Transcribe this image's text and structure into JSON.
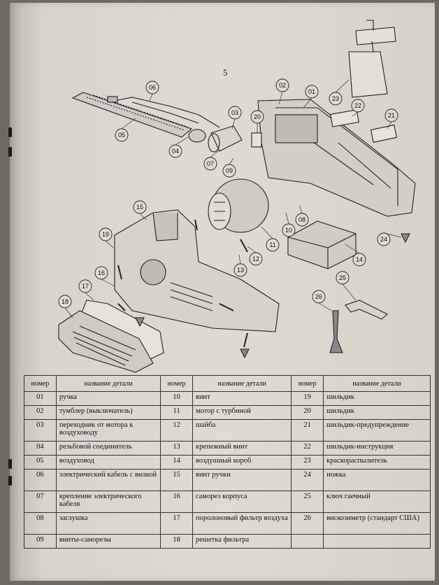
{
  "page_number": "5",
  "table": {
    "headers": [
      "номер",
      "название детали",
      "номер",
      "название детали",
      "номер",
      "название детали"
    ],
    "rows": [
      [
        "01",
        "ручка",
        "10",
        "винт",
        "19",
        "шильдик"
      ],
      [
        "02",
        "тумблер (выключатель)",
        "11",
        "мотор с турбиной",
        "20",
        "шильдик"
      ],
      [
        "03",
        "переходник от мотора к воздуховоду",
        "12",
        "шайба",
        "21",
        "шильдик-предупреждение"
      ],
      [
        "04",
        "резьбовой соединитель",
        "13",
        "крепежный винт",
        "22",
        "шильдик-инструкция"
      ],
      [
        "05",
        "воздуховод",
        "14",
        "воздушный короб",
        "23",
        "краскораспылитель"
      ],
      [
        "06",
        "электрический кабель с вилкой",
        "15",
        "винт ручки",
        "24",
        "ножка"
      ],
      [
        "07",
        "крепление электрического кабеля",
        "16",
        "саморез корпуса",
        "25",
        "ключ гаечный"
      ],
      [
        "08",
        "заглушка",
        "17",
        "поролоновый фильтр воздуха",
        "26",
        "вискозиметр (стандарт США)"
      ],
      [
        "09",
        "винты-саморезы",
        "18",
        "решетка фильтра",
        "",
        ""
      ]
    ]
  },
  "callouts": [
    "01",
    "02",
    "03",
    "04",
    "05",
    "06",
    "07",
    "08",
    "09",
    "10",
    "11",
    "12",
    "13",
    "14",
    "15",
    "16",
    "17",
    "18",
    "19",
    "20",
    "21",
    "22",
    "23",
    "24",
    "25",
    "26"
  ]
}
